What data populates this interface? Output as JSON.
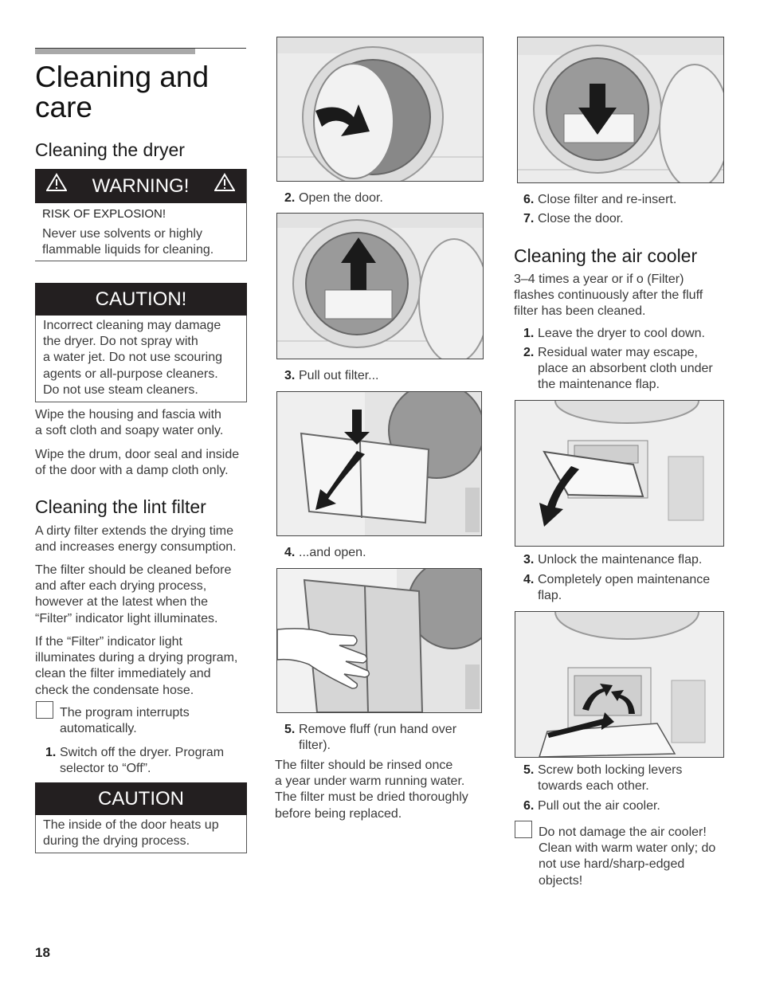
{
  "page": {
    "title_line1": "Cleaning and",
    "title_line2": "care",
    "page_number": "18"
  },
  "cleaning_dryer": {
    "heading": "Cleaning the dryer",
    "warning": {
      "label": "WARNING!",
      "risk": "RISK OF EXPLOSION!",
      "line1": "Never use solvents or highly",
      "line2": "flammable liquids for cleaning."
    },
    "caution": {
      "label": "CAUTION!",
      "lines": [
        "Incorrect cleaning may damage",
        "the dryer. Do not spray with",
        "a water jet. Do not use scouring",
        "agents or all-purpose cleaners.",
        "Do not use steam cleaners."
      ]
    },
    "para1": [
      "Wipe the housing and fascia with",
      "a soft cloth and soapy water only."
    ],
    "para2": [
      "Wipe the drum, door seal and inside",
      "of the door with a damp cloth only."
    ]
  },
  "lint_filter": {
    "heading": "Cleaning the lint filter",
    "para1": [
      "A dirty filter extends the drying time",
      "and increases energy consumption."
    ],
    "para2": [
      "The filter should be cleaned before",
      "and after each drying process,",
      "however at the latest when the",
      "“Filter” indicator light illuminates."
    ],
    "para3": [
      "If the “Filter” indicator light",
      "illuminates during a drying program,",
      "clean the filter immediately and",
      "check the condensate hose."
    ],
    "note": [
      "The program interrupts",
      "automatically."
    ],
    "step1_num": "1.",
    "step1": [
      "Switch off the dryer. Program",
      "selector to “Off”."
    ],
    "caution": {
      "label": "CAUTION",
      "lines": [
        "The inside of the door heats up",
        "during the drying process."
      ]
    }
  },
  "middle": {
    "step2_num": "2.",
    "step2": "Open the door.",
    "step3_num": "3.",
    "step3": "Pull out filter...",
    "step4_num": "4.",
    "step4": "...and open.",
    "step5_num": "5.",
    "step5": [
      "Remove fluff (run hand over",
      "filter)."
    ],
    "para": [
      "The filter should be rinsed once",
      "a year under warm running water.",
      "The filter must be dried thoroughly",
      "before being replaced."
    ]
  },
  "right": {
    "step6_num": "6.",
    "step6": "Close filter and re-insert.",
    "step7_num": "7.",
    "step7": "Close the door.",
    "air_cooler": {
      "heading": "Cleaning the air cooler",
      "intro": [
        "3–4 times a year or if o (Filter)",
        "flashes continuously after the fluff",
        "filter has been cleaned."
      ],
      "s1_num": "1.",
      "s1": "Leave the dryer to cool down.",
      "s2_num": "2.",
      "s2": [
        "Residual water may escape,",
        "place an absorbent cloth under",
        "the maintenance flap."
      ],
      "s3_num": "3.",
      "s3": "Unlock the maintenance flap.",
      "s4_num": "4.",
      "s4": [
        "Completely open maintenance",
        "flap."
      ],
      "s5_num": "5.",
      "s5": [
        "Screw both locking levers",
        "towards each other."
      ],
      "s6_num": "6.",
      "s6": "Pull out the air cooler.",
      "note": [
        "Do not damage the air cooler!",
        "Clean with warm water only; do",
        "not use hard/sharp-edged",
        "objects!"
      ]
    }
  },
  "colors": {
    "text": "#3a3a3a",
    "box_header": "#231f20",
    "rule_gray": "#a9a9a9"
  }
}
